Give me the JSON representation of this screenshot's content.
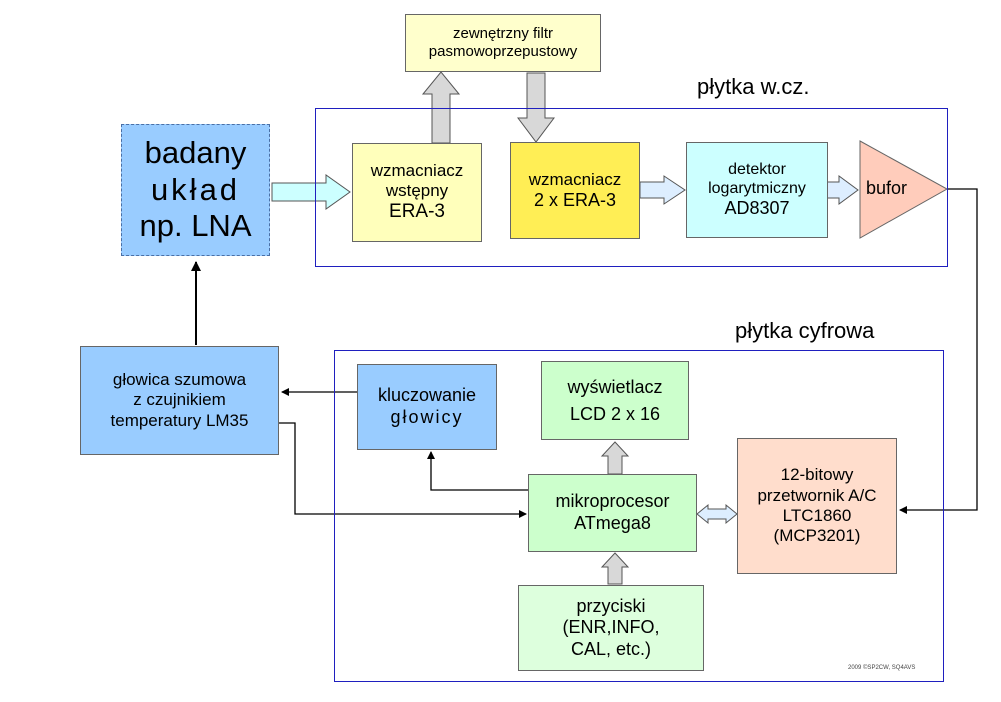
{
  "labels": {
    "rf_board": "płytka w.cz.",
    "digital_board": "płytka cyfrowa",
    "copyright": "2009 ©SP2CW, SQ4AVS"
  },
  "blocks": {
    "filter": {
      "lines": [
        "zewnętrzny filtr",
        "pasmowoprzepustowy"
      ],
      "color": "#ffffcc"
    },
    "dut": {
      "lines": [
        "badany",
        "układ",
        "np. LNA"
      ],
      "color": "#99ccff"
    },
    "preamp": {
      "lines": [
        "wzmacniacz",
        "wstępny",
        "ERA-3"
      ],
      "color": "#ffffbb"
    },
    "amp2": {
      "lines": [
        "wzmacniacz",
        "2 x ERA-3"
      ],
      "color": "#ffee55"
    },
    "detector": {
      "lines": [
        "detektor",
        "logarytmiczny",
        "AD8307"
      ],
      "color": "#ccffff"
    },
    "buffer": {
      "lines": [
        "bufor"
      ],
      "color": "#ffccbb"
    },
    "noise_head": {
      "lines": [
        "głowica szumowa",
        "z czujnikiem",
        "temperatury LM35"
      ],
      "color": "#99ccff"
    },
    "switching": {
      "lines": [
        "kluczowanie",
        "głowicy"
      ],
      "color": "#99ccff"
    },
    "display": {
      "lines": [
        "wyświetlacz",
        "LCD 2 x 16"
      ],
      "color": "#ccffcc"
    },
    "mcu": {
      "lines": [
        "mikroprocesor",
        "ATmega8"
      ],
      "color": "#ccffcc"
    },
    "adc": {
      "lines": [
        "12-bitowy",
        "przetwornik A/C",
        "LTC1860",
        "(MCP3201)"
      ],
      "color": "#ffddcc"
    },
    "buttons": {
      "lines": [
        "przyciski",
        "(ENR,INFO,",
        "CAL, etc.)"
      ],
      "color": "#ddffdd"
    }
  }
}
